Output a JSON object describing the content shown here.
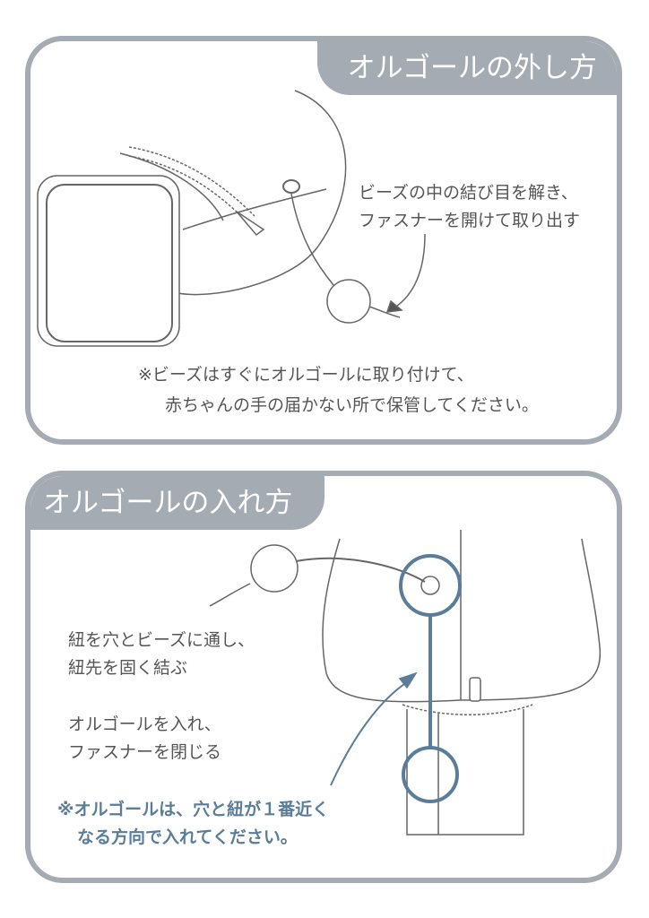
{
  "section1": {
    "title": "オルゴールの外し方",
    "instruction": [
      "ビーズの中の結び目を解き、",
      "ファスナーを開けて取り出す"
    ],
    "note": [
      "※ビーズはすぐにオルゴールに取り付けて、",
      "赤ちゃんの手の届かない所で保管してください。"
    ]
  },
  "section2": {
    "title": "オルゴールの入れ方",
    "step1": [
      "紐を穴とビーズに通し、",
      "紐先を固く結ぶ"
    ],
    "step2": [
      "オルゴールを入れ、",
      "ファスナーを閉じる"
    ],
    "warning": [
      "※オルゴールは、穴と紐が１番近く",
      "なる方向で入れてください。"
    ]
  },
  "colors": {
    "frame": "#a4abb3",
    "accent": "#5a7d99",
    "text": "#555555"
  }
}
